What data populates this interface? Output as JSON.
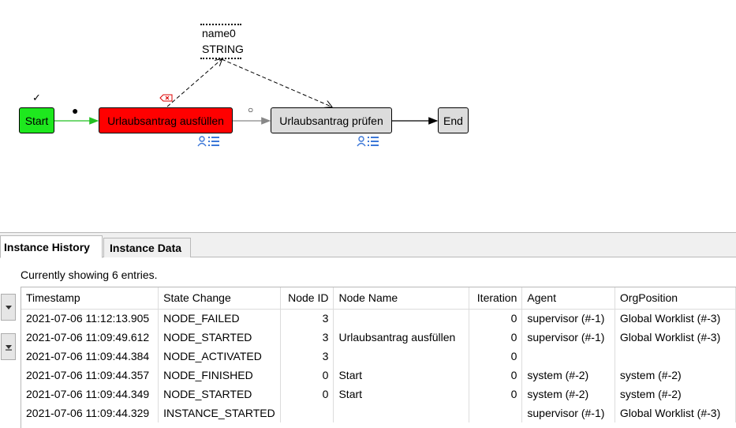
{
  "diagram": {
    "nodes": {
      "start": "Start",
      "task1": "Urlaubsantrag ausfüllen",
      "task2": "Urlaubsantrag prüfen",
      "end": "End"
    },
    "data_variable": {
      "name": "name0",
      "type": "STRING"
    },
    "markers": {
      "start_done": "✓",
      "active_dot": "●",
      "inactive_dot": "○"
    },
    "colors": {
      "finished": "#1ee81e",
      "failed": "#ff0000",
      "idle": "#dcdcdc",
      "flow_active": "#22c022",
      "role_icon": "#3c78d8"
    },
    "icons": [
      "error-badge-icon",
      "role-list-icon"
    ]
  },
  "panel": {
    "tabs": [
      {
        "label": "Instance History",
        "active": true
      },
      {
        "label": "Instance Data",
        "active": false
      }
    ],
    "status": "Currently showing 6 entries.",
    "side_buttons": [
      "expand-down-icon",
      "collapse-down-icon"
    ],
    "table": {
      "columns": [
        "Timestamp",
        "State Change",
        "Node ID",
        "Node Name",
        "Iteration",
        "Agent",
        "OrgPosition"
      ],
      "rows": [
        {
          "ts": "2021-07-06 11:12:13.905",
          "state": "NODE_FAILED",
          "node_id": "3",
          "node_name": "",
          "iteration": "0",
          "agent": "supervisor (#-1)",
          "org": "Global Worklist (#-3)"
        },
        {
          "ts": "2021-07-06 11:09:49.612",
          "state": "NODE_STARTED",
          "node_id": "3",
          "node_name": "Urlaubsantrag ausfüllen",
          "iteration": "0",
          "agent": "supervisor (#-1)",
          "org": "Global Worklist (#-3)"
        },
        {
          "ts": "2021-07-06 11:09:44.384",
          "state": "NODE_ACTIVATED",
          "node_id": "3",
          "node_name": "",
          "iteration": "0",
          "agent": "",
          "org": ""
        },
        {
          "ts": "2021-07-06 11:09:44.357",
          "state": "NODE_FINISHED",
          "node_id": "0",
          "node_name": "Start",
          "iteration": "0",
          "agent": "system (#-2)",
          "org": "system (#-2)"
        },
        {
          "ts": "2021-07-06 11:09:44.349",
          "state": "NODE_STARTED",
          "node_id": "0",
          "node_name": "Start",
          "iteration": "0",
          "agent": "system (#-2)",
          "org": "system (#-2)"
        },
        {
          "ts": "2021-07-06 11:09:44.329",
          "state": "INSTANCE_STARTED",
          "node_id": "",
          "node_name": "",
          "iteration": "",
          "agent": "supervisor (#-1)",
          "org": "Global Worklist (#-3)"
        }
      ]
    }
  }
}
